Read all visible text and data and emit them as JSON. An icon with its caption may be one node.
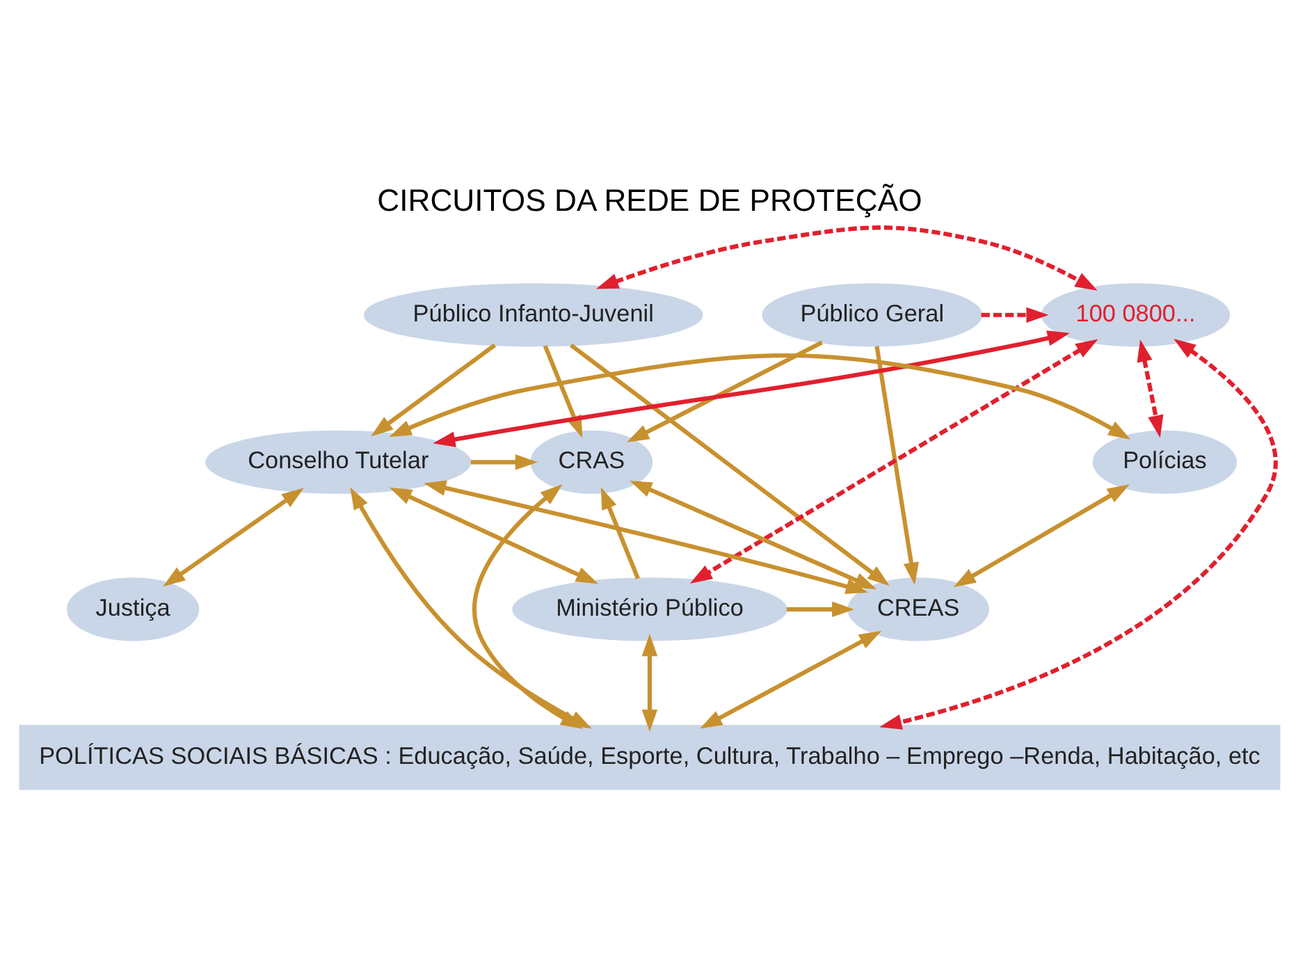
{
  "diagram": {
    "title": "CIRCUITOS DA REDE DE PROTEÇÃO",
    "nodes": [
      {
        "text": [
          "Público Geral"
        ]
      },
      {
        "text": [
          "Público Infanto-Juvenil"
        ]
      },
      {
        "text": [
          "100 0800..."
        ]
      },
      {
        "text": [
          "CRAS"
        ]
      },
      {
        "text": [
          "Conselho Tutelar"
        ]
      },
      {
        "text": [
          "Polícias"
        ]
      },
      {
        "text": [
          "CREAS"
        ]
      },
      {
        "text": [
          "Ministério Público"
        ]
      },
      {
        "text": [
          "Justiça"
        ]
      },
      {
        "text": [
          "POLÍTICAS SOCIAIS BÁSICAS : Educação, Saúde, Esporte, Cultura, Trabalho – Emprego –Renda, Habitação, etc"
        ]
      }
    ],
    "edges": [
      {
        "from": 1,
        "to": 2,
        "arrow": "both",
        "style": "dashed",
        "color": "#e0202e"
      },
      {
        "from": 0,
        "to": 2,
        "arrow": "to",
        "style": "dashed",
        "color": "#e0202e"
      },
      {
        "from": 4,
        "to": 2,
        "arrow": "both",
        "color": "#e0202e"
      },
      {
        "from": 2,
        "to": 5,
        "arrow": "both",
        "style": "dashed",
        "color": "#e0202e"
      },
      {
        "from": 2,
        "to": 7,
        "arrow": "both",
        "style": "dashed",
        "color": "#e0202e"
      },
      {
        "from": 2,
        "to": 9,
        "arrow": "both",
        "style": "dashed",
        "color": "#e0202e"
      },
      {
        "from": 0,
        "to": 3,
        "arrow": "to"
      },
      {
        "from": 0,
        "to": 6,
        "arrow": "to"
      },
      {
        "from": 1,
        "to": 3,
        "arrow": "to"
      },
      {
        "from": 1,
        "to": 6,
        "arrow": "to"
      },
      {
        "from": 1,
        "to": 4,
        "arrow": "to"
      },
      {
        "from": 4,
        "to": 3,
        "arrow": "to"
      },
      {
        "from": 3,
        "to": 6,
        "arrow": "both"
      },
      {
        "from": 4,
        "to": 5,
        "arrow": "both"
      },
      {
        "from": 4,
        "to": 6,
        "arrow": "both"
      },
      {
        "from": 4,
        "to": 7,
        "arrow": "both"
      },
      {
        "from": 4,
        "to": 8,
        "arrow": "both"
      },
      {
        "from": 6,
        "to": 5,
        "arrow": "both"
      },
      {
        "from": 7,
        "to": 6,
        "arrow": "to"
      },
      {
        "from": 4,
        "to": 9,
        "arrow": "both"
      },
      {
        "from": 7,
        "to": 3,
        "arrow": "to"
      },
      {
        "from": 3,
        "to": 9,
        "arrow": "both"
      },
      {
        "from": 6,
        "to": 9,
        "arrow": "both"
      },
      {
        "from": 7,
        "to": 9,
        "arrow": "both"
      }
    ]
  }
}
